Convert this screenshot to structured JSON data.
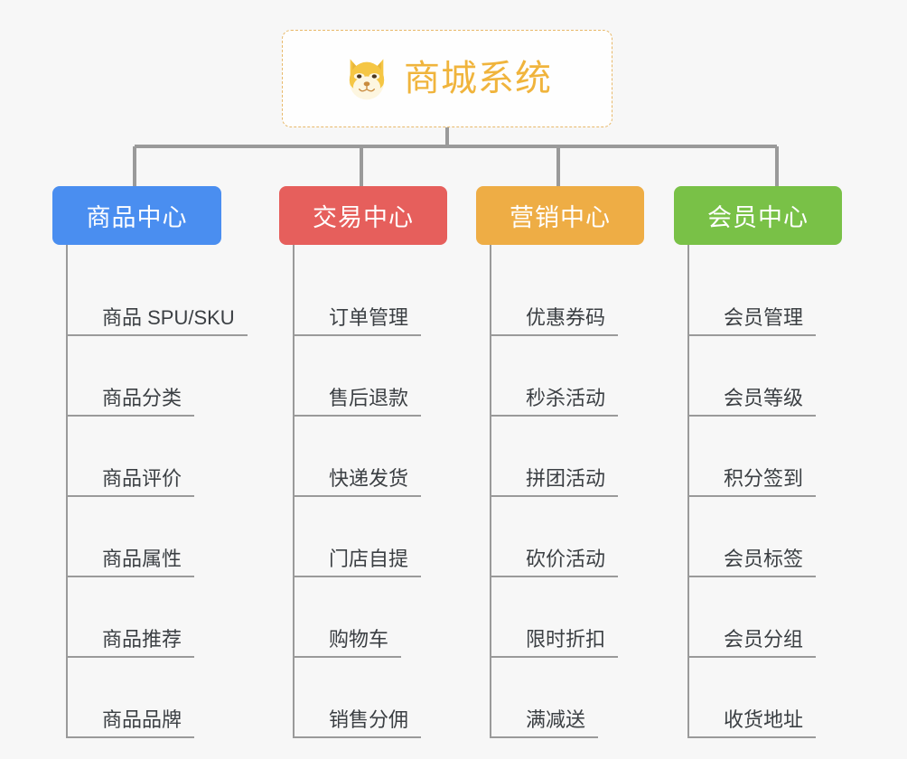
{
  "diagram": {
    "title": "商城系统",
    "root": {
      "label": "商城系统",
      "icon": "shiba-dog-emoji",
      "text_color": "#f0b43c",
      "border_color": "#e8b96a",
      "background": "#fefefe"
    },
    "connector_color": "#9a9a9a",
    "canvas_background": "#f7f7f7",
    "columns": [
      {
        "label": "商品中心",
        "color": "#4a8ef0",
        "items": [
          {
            "label": "商品 SPU/SKU"
          },
          {
            "label": "商品分类"
          },
          {
            "label": "商品评价"
          },
          {
            "label": "商品属性"
          },
          {
            "label": "商品推荐"
          },
          {
            "label": "商品品牌"
          }
        ]
      },
      {
        "label": "交易中心",
        "color": "#e65f5c",
        "items": [
          {
            "label": "订单管理"
          },
          {
            "label": "售后退款"
          },
          {
            "label": "快递发货"
          },
          {
            "label": "门店自提"
          },
          {
            "label": "购物车"
          },
          {
            "label": "销售分佣"
          }
        ]
      },
      {
        "label": "营销中心",
        "color": "#eead45",
        "items": [
          {
            "label": "优惠券码"
          },
          {
            "label": "秒杀活动"
          },
          {
            "label": "拼团活动"
          },
          {
            "label": "砍价活动"
          },
          {
            "label": "限时折扣"
          },
          {
            "label": "满减送"
          }
        ]
      },
      {
        "label": "会员中心",
        "color": "#79c147",
        "items": [
          {
            "label": "会员管理"
          },
          {
            "label": "会员等级"
          },
          {
            "label": "积分签到"
          },
          {
            "label": "会员标签"
          },
          {
            "label": "会员分组"
          },
          {
            "label": "收货地址"
          }
        ]
      }
    ]
  }
}
